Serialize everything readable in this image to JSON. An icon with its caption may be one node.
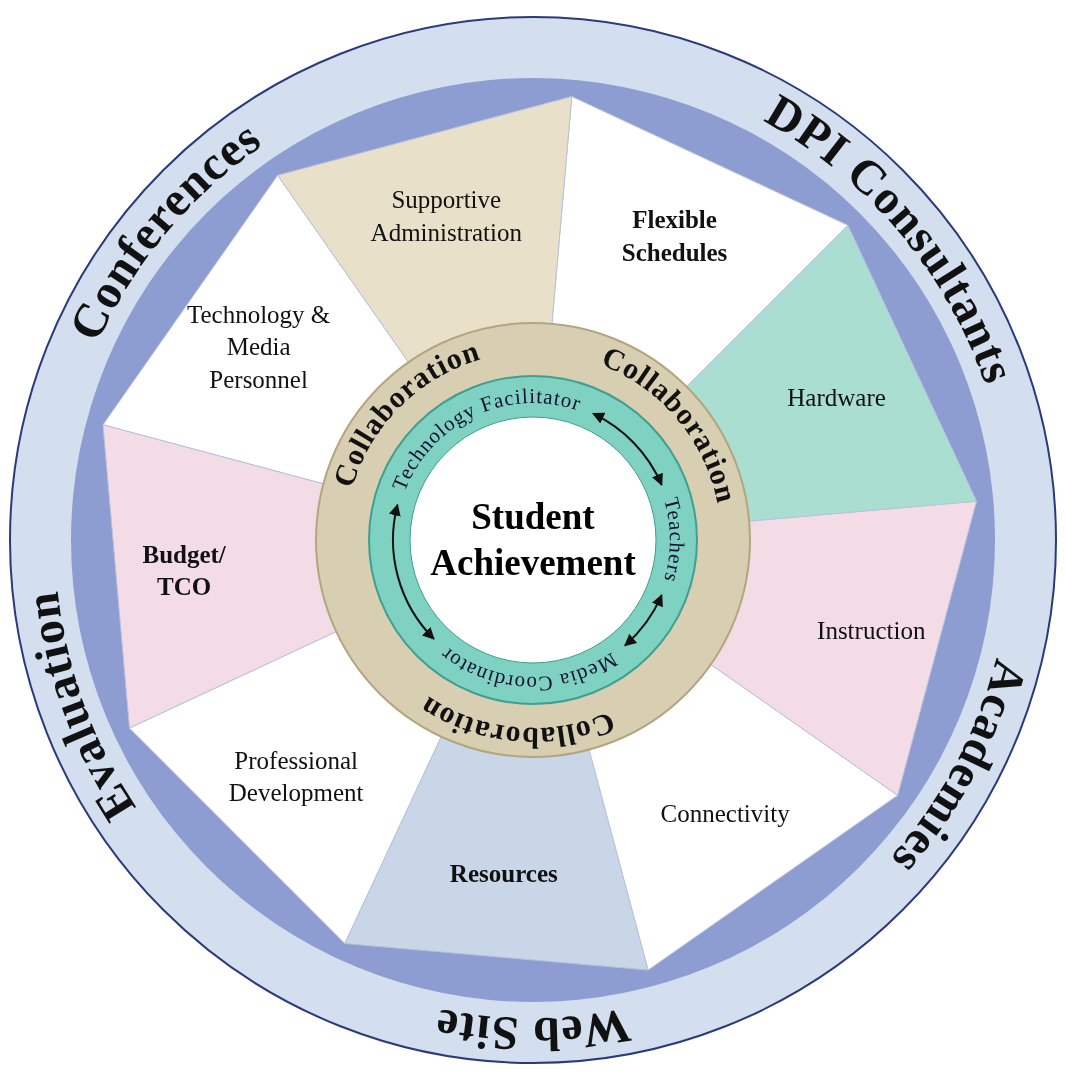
{
  "diagram": {
    "nodes": [
      {
        "text": [
          "Conferences",
          "DPI Consultants",
          "Academies",
          "Web Site",
          "Evaluation"
        ]
      },
      {
        "text": [
          "Supportive Administration"
        ],
        "in": 0
      },
      {
        "text": [
          "Flexible Schedules"
        ],
        "in": 0
      },
      {
        "text": [
          "Hardware"
        ],
        "in": 0
      },
      {
        "text": [
          "Instruction"
        ],
        "in": 0
      },
      {
        "text": [
          "Connectivity"
        ],
        "in": 0
      },
      {
        "text": [
          "Resources"
        ],
        "in": 0
      },
      {
        "text": [
          "Professional Development"
        ],
        "in": 0
      },
      {
        "text": [
          "Budget/ TCO"
        ],
        "in": 0
      },
      {
        "text": [
          "Technology & Media Personnel"
        ],
        "in": 0
      },
      {
        "text": [
          "Collaboration",
          "Collaboration",
          "Collaboration"
        ],
        "in": 0
      },
      {
        "text": [],
        "shape": "circle",
        "in": 10
      },
      {
        "text": [
          "Technology Facilitator"
        ],
        "in": 11
      },
      {
        "text": [
          "Teachers"
        ],
        "in": 11
      },
      {
        "text": [
          "Media Coordinator"
        ],
        "in": 11
      },
      {
        "text": [
          "Student Achievement"
        ],
        "in": 11
      }
    ],
    "edges": [
      {
        "from": 12,
        "to": 13,
        "arrow": "both"
      },
      {
        "from": 13,
        "to": 14,
        "arrow": "both"
      },
      {
        "from": 14,
        "to": 12,
        "arrow": "both"
      }
    ]
  }
}
